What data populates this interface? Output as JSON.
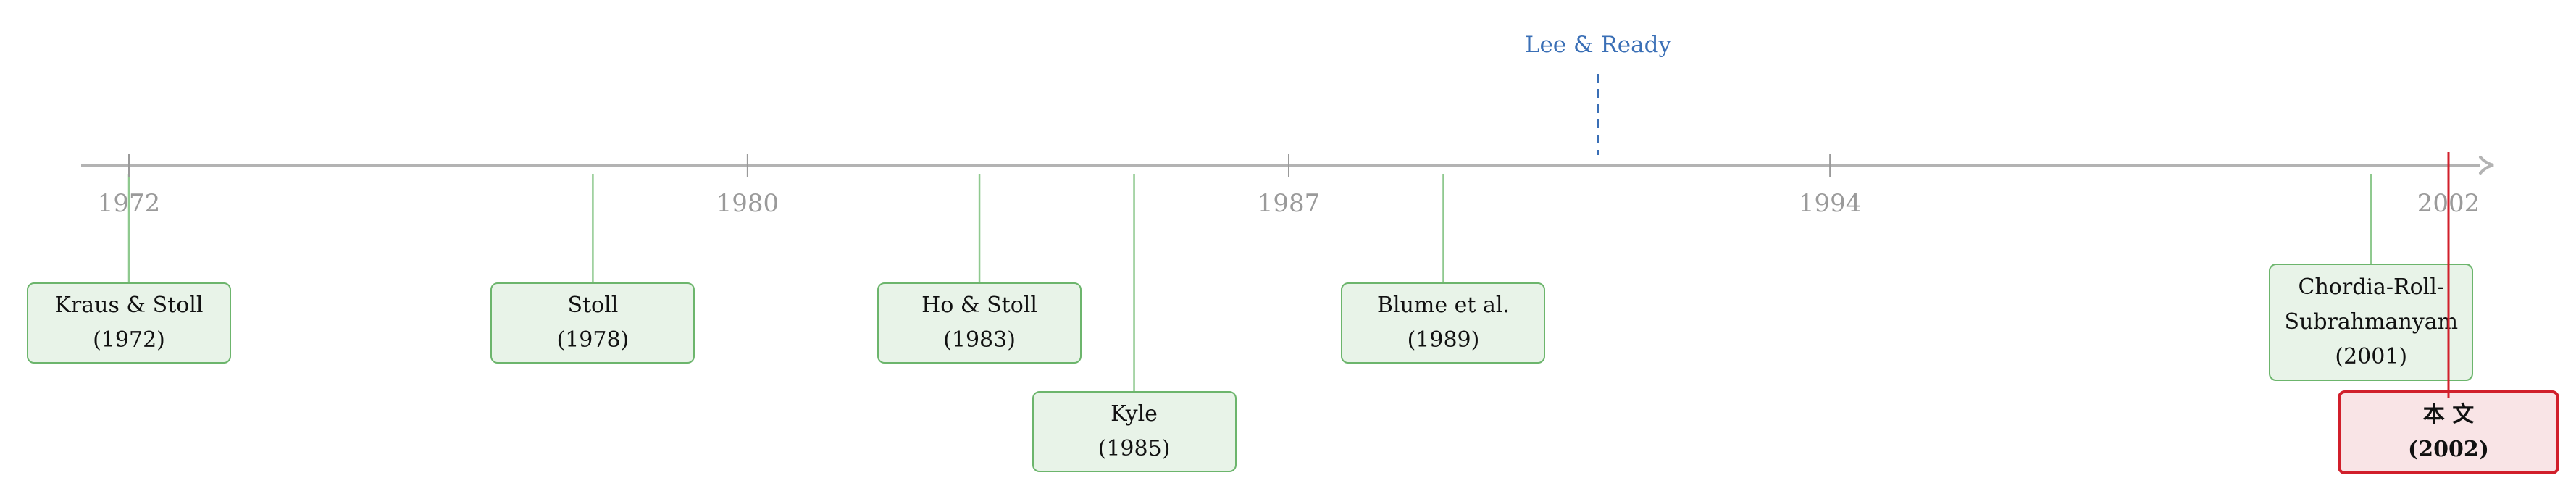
{
  "timeline": {
    "axis_color": "#b3b3b3",
    "tick_color": "#9a9a9a",
    "ticks": [
      {
        "label": "1972",
        "year": 1972
      },
      {
        "label": "1980",
        "year": 1980
      },
      {
        "label": "1987",
        "year": 1987
      },
      {
        "label": "1994",
        "year": 1994
      },
      {
        "label": "2002",
        "year": 2002
      }
    ],
    "annotation": {
      "label": "Lee & Ready",
      "year": 1991,
      "color": "#3a6fb6"
    },
    "events": [
      {
        "id": "kraus-stoll",
        "line1": "Kraus & Stoll",
        "line2": "(1972)",
        "year": 1972,
        "row": "upper"
      },
      {
        "id": "stoll",
        "line1": "Stoll",
        "line2": "(1978)",
        "year": 1978,
        "row": "upper"
      },
      {
        "id": "ho-stoll",
        "line1": "Ho & Stoll",
        "line2": "(1983)",
        "year": 1983,
        "row": "upper"
      },
      {
        "id": "kyle",
        "line1": "Kyle",
        "line2": "(1985)",
        "year": 1985,
        "row": "lower"
      },
      {
        "id": "blume",
        "line1": "Blume et al.",
        "line2": "(1989)",
        "year": 1989,
        "row": "upper"
      },
      {
        "id": "chordia",
        "line1": "Chordia-Roll-",
        "line2": "Subrahmanyam",
        "line3": "(2001)",
        "year": 2001,
        "row": "upper"
      },
      {
        "id": "this-paper",
        "line1": "本 文",
        "line2": "(2002)",
        "year": 2002,
        "row": "lower",
        "highlight": true
      }
    ],
    "colors": {
      "event_connector": "#8fc98f",
      "highlight_connector": "#d11f2b"
    }
  }
}
